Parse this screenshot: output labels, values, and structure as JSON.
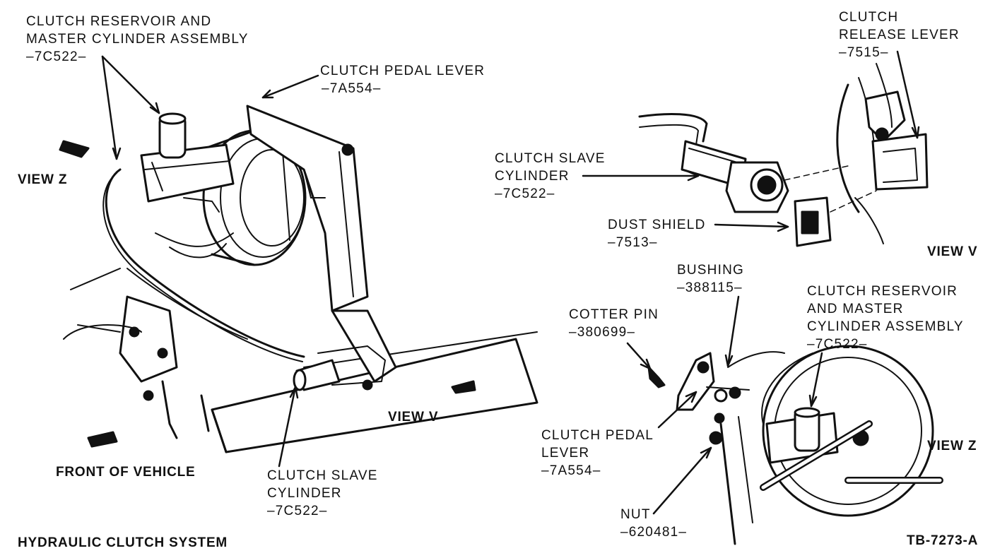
{
  "labels": {
    "master_cyl_main": {
      "line1": "CLUTCH RESERVOIR AND",
      "line2": "MASTER CYLINDER ASSEMBLY",
      "part": "–7C522–"
    },
    "pedal_lever_main": {
      "line1": "CLUTCH PEDAL LEVER",
      "part": "–7A554–"
    },
    "view_z_main": "VIEW Z",
    "view_v_main": "VIEW V",
    "front_of_vehicle": "FRONT OF VEHICLE",
    "slave_cyl_main": {
      "line1": "CLUTCH SLAVE",
      "line2": "CYLINDER",
      "part": "–7C522–"
    },
    "system_title": "HYDRAULIC CLUTCH SYSTEM",
    "release_lever": {
      "line1": "CLUTCH",
      "line2": "RELEASE LEVER",
      "part": "–7515–"
    },
    "slave_cyl_detail": {
      "line1": "CLUTCH SLAVE",
      "line2": "CYLINDER",
      "part": "–7C522–"
    },
    "dust_shield": {
      "line1": "DUST SHIELD",
      "part": "–7513–"
    },
    "view_v_detail": "VIEW V",
    "bushing": {
      "line1": "BUSHING",
      "part": "–388115–"
    },
    "cotter_pin": {
      "line1": "COTTER PIN",
      "part": "–380699–"
    },
    "master_cyl_detail": {
      "line1": "CLUTCH RESERVOIR",
      "line2": "AND MASTER",
      "line3": "CYLINDER ASSEMBLY",
      "part": "–7C522–"
    },
    "pedal_lever_detail": {
      "line1": "CLUTCH PEDAL",
      "line2": "LEVER",
      "part": "–7A554–"
    },
    "view_z_detail": "VIEW Z",
    "nut": {
      "line1": "NUT",
      "part": "–620481–"
    },
    "figure_code": "TB-7273-A"
  },
  "colors": {
    "ink": "#111111",
    "paper": "#ffffff"
  }
}
